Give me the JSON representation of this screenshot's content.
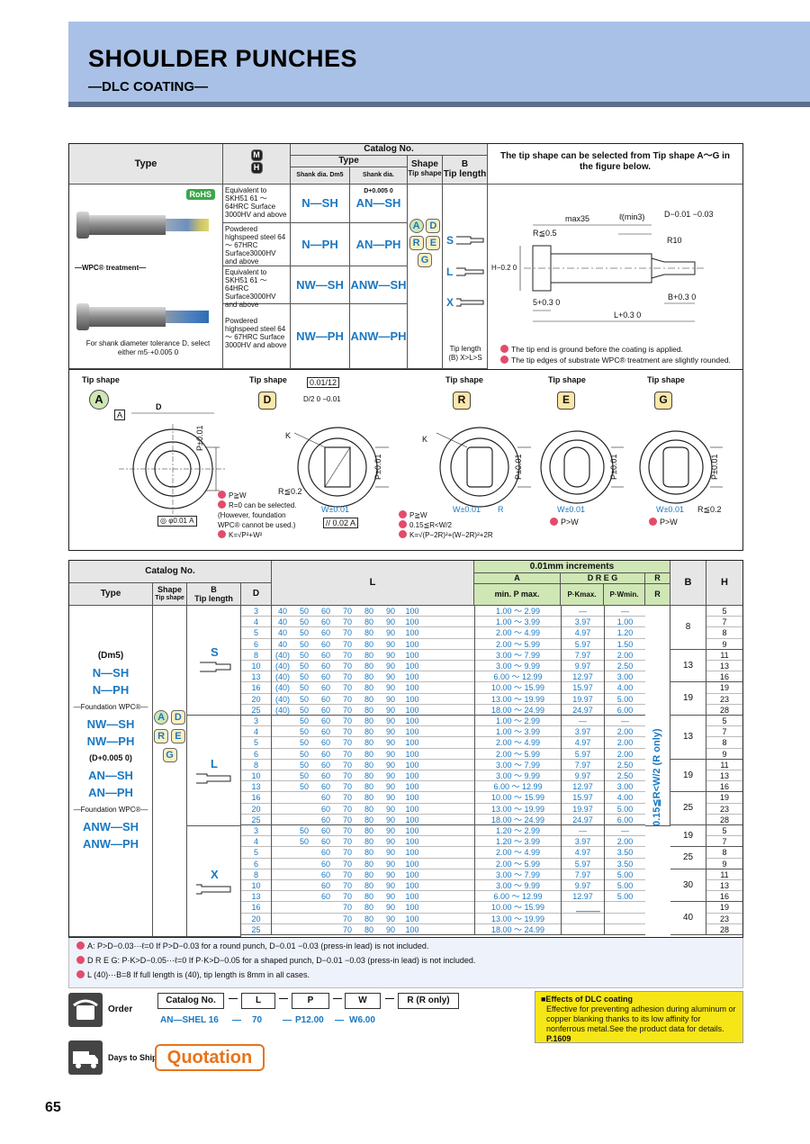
{
  "page": {
    "title": "SHOULDER PUNCHES",
    "subtitle": "—DLC COATING—",
    "page_number": "65"
  },
  "top_table": {
    "headers": {
      "type": "Type",
      "catalog_no": "Catalog  No.",
      "type_sub": "Type",
      "shank_m": "Shank dia.  Dm5",
      "shank_h": "Shank dia.  D+0.005 0",
      "shape": "Shape",
      "shape_sub": "Tip shape",
      "b": "B",
      "b_sub": "Tip length",
      "tip_note": "The tip shape can be selected from Tip shape A～G in the figure below."
    },
    "rohs": "RoHS",
    "wpc_label": "—WPC® treatment—",
    "shank_note": "For shank diameter tolerance D, select either m5·+0.005 0",
    "rows": [
      {
        "material": "Equivalent to SKH51 61 ～ 64HRC Surface 3000HV and above",
        "m": "N—SH",
        "h": "AN—SH"
      },
      {
        "material": "Powdered highspeed steel 64 ～ 67HRC Surface3000HV and above",
        "m": "N—PH",
        "h": "AN—PH"
      },
      {
        "material": "Equivalent to SKH51 61 ～ 64HRC Surface3000HV and above",
        "m": "NW—SH",
        "h": "ANW—SH"
      },
      {
        "material": "Powdered highspeed steel 64 ～ 67HRC Surface 3000HV and above",
        "m": "NW—PH",
        "h": "ANW—PH"
      }
    ],
    "shapes": [
      "A",
      "D",
      "R",
      "E",
      "G"
    ],
    "tip_lengths": [
      "S",
      "L",
      "X"
    ],
    "tip_length_note": "Tip length (B) X>L>S",
    "dims": {
      "max35": "max35",
      "lmin": "ℓ(min3)",
      "d_tol": "D−0.01 −0.03",
      "r05": "R≦0.5",
      "r10": "R10",
      "h": "H−0.2 0",
      "five": "5+0.3 0",
      "l": "L+0.3 0",
      "b": "B+0.3 0"
    },
    "notes": [
      "The tip end is ground before the coating is applied.",
      "The tip edges of substrate WPC® treatment are slightly rounded."
    ]
  },
  "tip_shapes": {
    "label": "Tip shape",
    "items": [
      "A",
      "D",
      "R",
      "E",
      "G"
    ],
    "d_flatness": "0.01/12",
    "d_half": "D/2 0 −0.01",
    "conc": "◎ φ0.01 A",
    "p_tol": "P±0.01",
    "w_tol": "W±0.01",
    "r02": "R≦0.2",
    "parallel": "// 0.02 A",
    "d_notes": [
      "P≧W",
      "R=0 can be selected. (However, foundation WPC® cannot be used.)",
      "K=√P²+W²"
    ],
    "r_notes": [
      "P≧W",
      "0.15≦R<W/2",
      "K=√(P−2R)²+(W−2R)²+2R"
    ],
    "e_note": "P>W",
    "g_note": "P>W",
    "k": "K",
    "r": "R",
    "a": "A",
    "dt": "D"
  },
  "spec": {
    "headers": {
      "catalog_no": "Catalog  No.",
      "type": "Type",
      "shape": "Shape",
      "shape_sub": "Tip shape",
      "b": "B",
      "b_sub": "Tip length",
      "d": "D",
      "l": "L",
      "inc": "0.01mm increments",
      "a": "A",
      "dreg": "D R E G",
      "r": "R",
      "minp": "min. P max.",
      "pk": "P·Kmax.",
      "pw": "P·Wmin.",
      "rr": "R",
      "bb": "B",
      "hh": "H"
    },
    "types": [
      "(Dm5)",
      "N—SH",
      "N—PH",
      "—Foundation WPC®—",
      "NW—SH",
      "NW—PH",
      "(D+0.005 0)",
      "AN—SH",
      "AN—PH",
      "—Foundation WPC®—",
      "ANW—SH",
      "ANW—PH"
    ],
    "r_condition": "0.15≦R<W/2 (R only)",
    "groups": [
      {
        "tip": "S",
        "rows": [
          [
            "3",
            "40",
            "50",
            "60",
            "70",
            "80",
            "90",
            "100",
            "1.00 ～ 2.99",
            "—",
            "—"
          ],
          [
            "4",
            "40",
            "50",
            "60",
            "70",
            "80",
            "90",
            "100",
            "1.00 ～ 3.99",
            "3.97",
            "1.00"
          ],
          [
            "5",
            "40",
            "50",
            "60",
            "70",
            "80",
            "90",
            "100",
            "2.00 ～ 4.99",
            "4.97",
            "1.20"
          ],
          [
            "6",
            "40",
            "50",
            "60",
            "70",
            "80",
            "90",
            "100",
            "2.00 ～ 5.99",
            "5.97",
            "1.50"
          ],
          [
            "8",
            "(40)",
            "50",
            "60",
            "70",
            "80",
            "90",
            "100",
            "3.00 ～ 7.99",
            "7.97",
            "2.00"
          ],
          [
            "10",
            "(40)",
            "50",
            "60",
            "70",
            "80",
            "90",
            "100",
            "3.00 ～ 9.99",
            "9.97",
            "2.50"
          ],
          [
            "13",
            "(40)",
            "50",
            "60",
            "70",
            "80",
            "90",
            "100",
            "6.00 ～ 12.99",
            "12.97",
            "3.00"
          ],
          [
            "16",
            "(40)",
            "50",
            "60",
            "70",
            "80",
            "90",
            "100",
            "10.00 ～ 15.99",
            "15.97",
            "4.00"
          ],
          [
            "20",
            "(40)",
            "50",
            "60",
            "70",
            "80",
            "90",
            "100",
            "13.00 ～ 19.99",
            "19.97",
            "5.00"
          ],
          [
            "25",
            "(40)",
            "50",
            "60",
            "70",
            "80",
            "90",
            "100",
            "18.00 ～ 24.99",
            "24.97",
            "6.00"
          ]
        ]
      },
      {
        "tip": "L",
        "rows": [
          [
            "3",
            "",
            "50",
            "60",
            "70",
            "80",
            "90",
            "100",
            "1.00 ～ 2.99",
            "—",
            "—"
          ],
          [
            "4",
            "",
            "50",
            "60",
            "70",
            "80",
            "90",
            "100",
            "1.00 ～ 3.99",
            "3.97",
            "2.00"
          ],
          [
            "5",
            "",
            "50",
            "60",
            "70",
            "80",
            "90",
            "100",
            "2.00 ～ 4.99",
            "4.97",
            "2.00"
          ],
          [
            "6",
            "",
            "50",
            "60",
            "70",
            "80",
            "90",
            "100",
            "2.00 ～ 5.99",
            "5.97",
            "2.00"
          ],
          [
            "8",
            "",
            "50",
            "60",
            "70",
            "80",
            "90",
            "100",
            "3.00 ～ 7.99",
            "7.97",
            "2.50"
          ],
          [
            "10",
            "",
            "50",
            "60",
            "70",
            "80",
            "90",
            "100",
            "3.00 ～ 9.99",
            "9.97",
            "2.50"
          ],
          [
            "13",
            "",
            "50",
            "60",
            "70",
            "80",
            "90",
            "100",
            "6.00 ～ 12.99",
            "12.97",
            "3.00"
          ],
          [
            "16",
            "",
            "",
            "60",
            "70",
            "80",
            "90",
            "100",
            "10.00 ～ 15.99",
            "15.97",
            "4.00"
          ],
          [
            "20",
            "",
            "",
            "60",
            "70",
            "80",
            "90",
            "100",
            "13.00 ～ 19.99",
            "19.97",
            "5.00"
          ],
          [
            "25",
            "",
            "",
            "60",
            "70",
            "80",
            "90",
            "100",
            "18.00 ～ 24.99",
            "24.97",
            "6.00"
          ]
        ]
      },
      {
        "tip": "X",
        "rows": [
          [
            "3",
            "",
            "50",
            "60",
            "70",
            "80",
            "90",
            "100",
            "1.20 ～ 2.99",
            "—",
            "—"
          ],
          [
            "4",
            "",
            "50",
            "60",
            "70",
            "80",
            "90",
            "100",
            "1.20 ～ 3.99",
            "3.97",
            "2.00"
          ],
          [
            "5",
            "",
            "",
            "60",
            "70",
            "80",
            "90",
            "100",
            "2.00 ～ 4.99",
            "4.97",
            "3.50"
          ],
          [
            "6",
            "",
            "",
            "60",
            "70",
            "80",
            "90",
            "100",
            "2.00 ～ 5.99",
            "5.97",
            "3.50"
          ],
          [
            "8",
            "",
            "",
            "60",
            "70",
            "80",
            "90",
            "100",
            "3.00 ～ 7.99",
            "7.97",
            "5.00"
          ],
          [
            "10",
            "",
            "",
            "60",
            "70",
            "80",
            "90",
            "100",
            "3.00 ～ 9.99",
            "9.97",
            "5.00"
          ],
          [
            "13",
            "",
            "",
            "60",
            "70",
            "80",
            "90",
            "100",
            "6.00 ～ 12.99",
            "12.97",
            "5.00"
          ],
          [
            "16",
            "",
            "",
            "",
            "70",
            "80",
            "90",
            "100",
            "10.00 ～ 15.99",
            "",
            ""
          ],
          [
            "20",
            "",
            "",
            "",
            "70",
            "80",
            "90",
            "100",
            "13.00 ～ 19.99",
            "",
            ""
          ],
          [
            "25",
            "",
            "",
            "",
            "70",
            "80",
            "90",
            "100",
            "18.00 ～ 24.99",
            "",
            ""
          ]
        ]
      }
    ],
    "bh": [
      {
        "b": "8",
        "h": [
          "5",
          "7",
          "8",
          "9"
        ]
      },
      {
        "b": "13",
        "h": [
          "11",
          "13",
          "16"
        ]
      },
      {
        "b": "19",
        "h": [
          "19",
          "23",
          "28"
        ]
      },
      {
        "b": "13",
        "h": [
          "5",
          "7",
          "8",
          "9"
        ]
      },
      {
        "b": "19",
        "h": [
          "11",
          "13",
          "16"
        ]
      },
      {
        "b": "25",
        "h": [
          "19",
          "23",
          "28"
        ]
      },
      {
        "b": "19",
        "h": [
          "5",
          "7"
        ]
      },
      {
        "b": "25",
        "h": [
          "8",
          "9"
        ]
      },
      {
        "b": "30",
        "h": [
          "11",
          "13",
          "16"
        ]
      },
      {
        "b": "40",
        "h": [
          "19",
          "23",
          "28"
        ]
      }
    ],
    "dash": "———"
  },
  "bottom_notes": [
    "A: P>D−0.03⋯ℓ=0   If P>D−0.03 for a round punch, D−0.01 −0.03 (press-in lead) is not included.",
    "D R E G: P·K>D−0.05⋯ℓ=0   If P·K>D−0.05 for a shaped punch, D−0.01 −0.03 (press-in lead) is not included.",
    "L (40)⋯B=8   If full length is (40), tip length is 8mm in all cases."
  ],
  "order": {
    "label": "Order",
    "fields": [
      "Catalog  No.",
      "L",
      "P",
      "W",
      "R (R only)"
    ],
    "example": [
      "AN—SHEL 16",
      "70",
      "P12.00",
      "W6.00"
    ],
    "dash": "—"
  },
  "effects": {
    "title": "■Effects of DLC coating",
    "body": "Effective for preventing adhesion during aluminum or copper blanking thanks to its low affinity for nonferrous metal.See the product data for details.",
    "ref": "P.1609"
  },
  "ship": {
    "label": "Days to Ship",
    "value": "Quotation"
  }
}
